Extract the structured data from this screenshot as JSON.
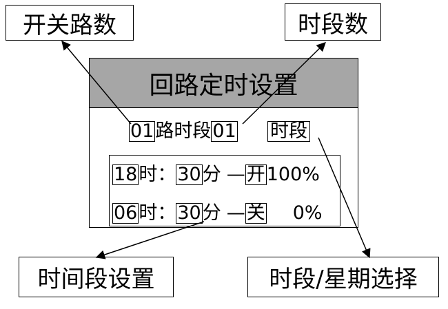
{
  "callouts": {
    "switch_count": "开关路数",
    "period_count": "时段数",
    "period_setting": "时间段设置",
    "period_week_select": "时段/星期选择"
  },
  "screen": {
    "title": "回路定时设置",
    "circuit_number": "01",
    "circuit_label": "路时段",
    "period_number": "01",
    "mode_button": "时段",
    "rows": [
      {
        "hour": "18",
        "hour_unit": "时：",
        "minute": "30",
        "minute_unit": "分",
        "dash": "—",
        "switch_state": "开",
        "level": "100%"
      },
      {
        "hour": "06",
        "hour_unit": "时：",
        "minute": "30",
        "minute_unit": "分",
        "dash": "—",
        "switch_state": "关",
        "level": "0%"
      }
    ]
  }
}
